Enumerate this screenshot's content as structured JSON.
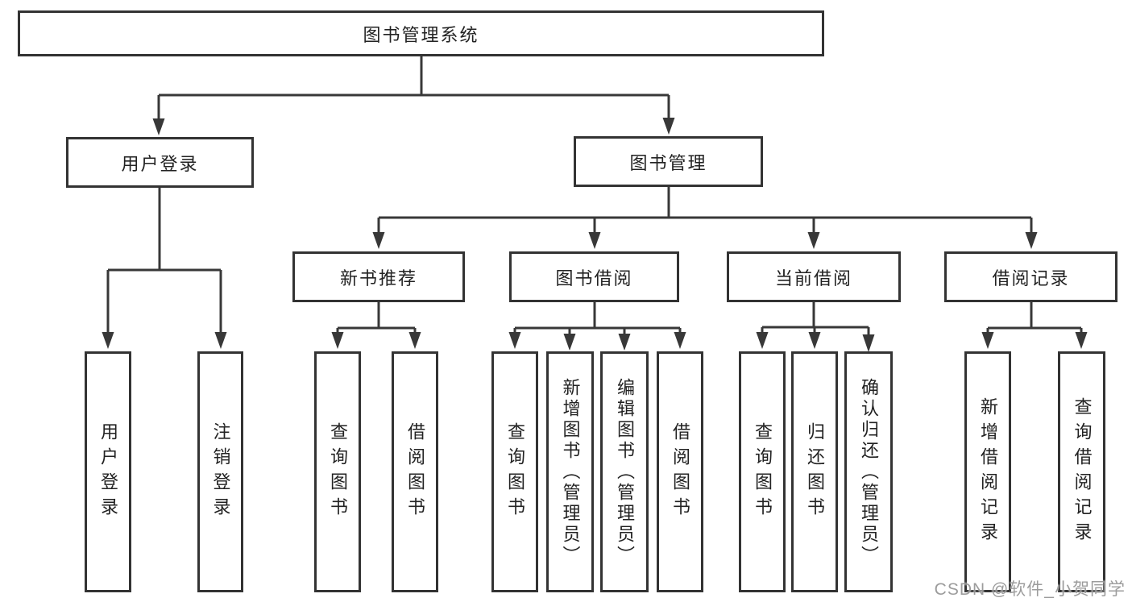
{
  "diagram": {
    "title": "图书管理系统",
    "root": {
      "label": "图书管理系统"
    },
    "level2": [
      {
        "id": "user-login",
        "label": "用户登录"
      },
      {
        "id": "book-management",
        "label": "图书管理"
      }
    ],
    "level3": [
      {
        "id": "new-book-recommend",
        "label": "新书推荐",
        "parent": "book-management"
      },
      {
        "id": "book-borrowing",
        "label": "图书借阅",
        "parent": "book-management"
      },
      {
        "id": "current-borrowing",
        "label": "当前借阅",
        "parent": "book-management"
      },
      {
        "id": "borrowing-records",
        "label": "借阅记录",
        "parent": "book-management"
      }
    ],
    "leaves": [
      {
        "id": "user-login-leaf",
        "label": "用户登录",
        "parent": "user-login"
      },
      {
        "id": "logout",
        "label": "注销登录",
        "parent": "user-login"
      },
      {
        "id": "query-books-recommend",
        "label": "查询图书",
        "parent": "new-book-recommend"
      },
      {
        "id": "borrow-books-recommend",
        "label": "借阅图书",
        "parent": "new-book-recommend"
      },
      {
        "id": "query-books-borrowing",
        "label": "查询图书",
        "parent": "book-borrowing"
      },
      {
        "id": "add-books-admin",
        "label": "新增图书（管理员）",
        "parent": "book-borrowing"
      },
      {
        "id": "edit-books-admin",
        "label": "编辑图书（管理员）",
        "parent": "book-borrowing"
      },
      {
        "id": "borrow-books",
        "label": "借阅图书",
        "parent": "book-borrowing"
      },
      {
        "id": "query-books-current",
        "label": "查询图书",
        "parent": "current-borrowing"
      },
      {
        "id": "return-books",
        "label": "归还图书",
        "parent": "current-borrowing"
      },
      {
        "id": "confirm-return-admin",
        "label": "确认归还（管理员）",
        "parent": "current-borrowing"
      },
      {
        "id": "add-borrow-record",
        "label": "新增借阅记录",
        "parent": "borrowing-records"
      },
      {
        "id": "query-borrow-record",
        "label": "查询借阅记录",
        "parent": "borrowing-records"
      }
    ]
  },
  "watermark": {
    "text": "CSDN @软件_小贺同学"
  },
  "colors": {
    "line": "#383838",
    "box_border": "#333333",
    "text": "#222222",
    "background": "#ffffff",
    "watermark": "#919191"
  }
}
